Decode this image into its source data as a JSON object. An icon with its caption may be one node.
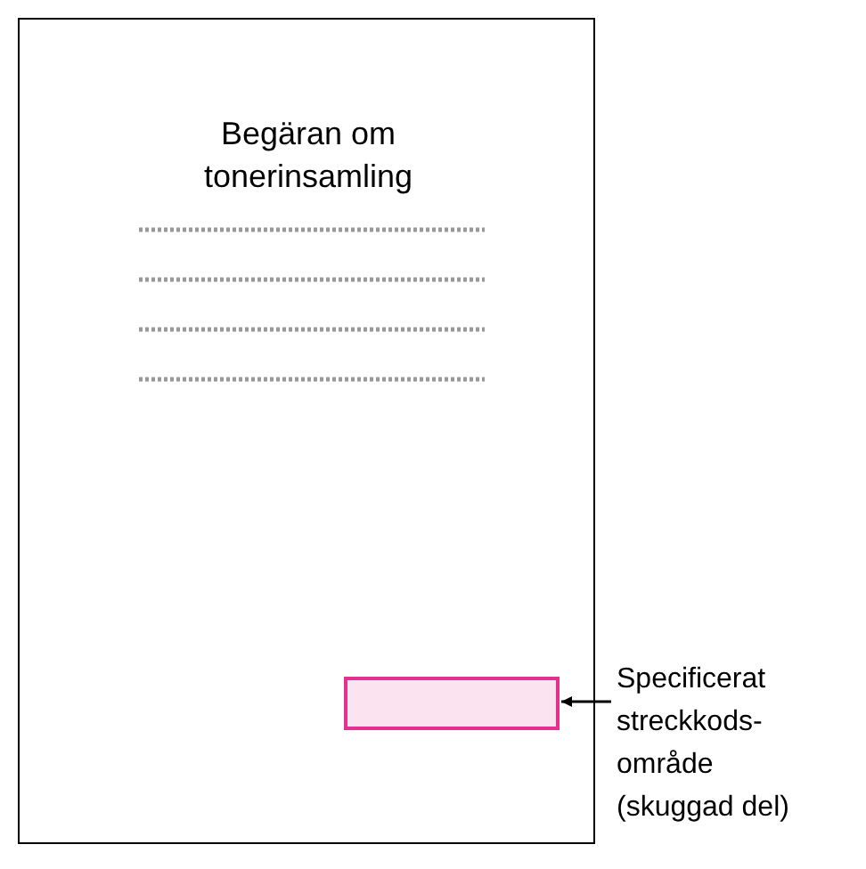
{
  "diagram": {
    "nodes": [
      {
        "text": [
          "Begäran om tonerinsamling"
        ]
      },
      {
        "text": [],
        "shape": "box",
        "in": 0
      },
      {
        "text": [
          "Specificerat streckkods-område (skuggad del)"
        ]
      }
    ],
    "edges": [
      {
        "from": 2,
        "to": 1,
        "arrow": "to"
      }
    ]
  }
}
